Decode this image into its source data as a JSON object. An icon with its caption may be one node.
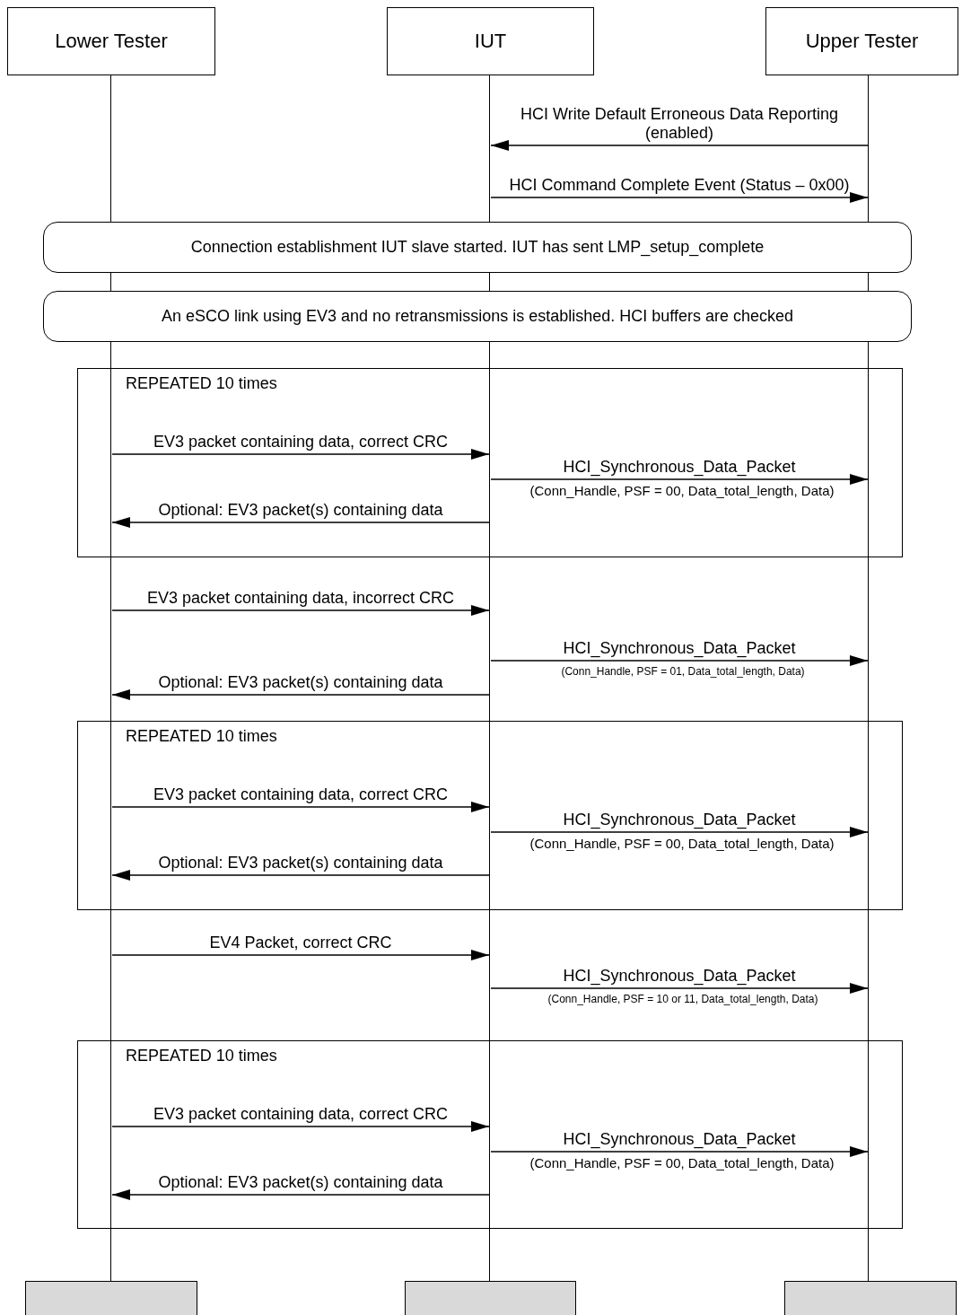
{
  "diagram": {
    "nodes": [
      {
        "text": [
          "Lower Tester"
        ]
      },
      {
        "text": [
          "IUT"
        ]
      },
      {
        "text": [
          "Upper Tester"
        ]
      },
      {
        "text": [],
        "shape": "line"
      },
      {
        "text": [],
        "shape": "line"
      },
      {
        "text": [],
        "shape": "line"
      },
      {
        "text": [],
        "shape": "box"
      },
      {
        "text": [],
        "shape": "box"
      },
      {
        "text": [],
        "shape": "box"
      },
      {
        "text": [
          "Connection establishment IUT slave started. IUT has sent LMP_setup_complete"
        ]
      },
      {
        "text": [
          "An eSCO link using EV3 and no retransmissions is established. HCI buffers are checked"
        ]
      }
    ],
    "edges": [
      {
        "from": 5,
        "to": 4,
        "arrow": "to",
        "label": "HCI Write Default Erroneous Data Reporting (enabled)"
      },
      {
        "from": 4,
        "to": 5,
        "arrow": "to",
        "label": "HCI Command Complete Event (Status – 0x00)"
      },
      {
        "from": 3,
        "to": 4,
        "arrow": "to",
        "label": "EV3 packet containing data, correct CRC"
      },
      {
        "from": 4,
        "to": 5,
        "arrow": "to",
        "label": "HCI_Synchronous_Data_Packet"
      },
      {
        "from": 4,
        "to": 3,
        "arrow": "to",
        "label": "Optional: EV3 packet(s) containing data"
      },
      {
        "from": 3,
        "to": 4,
        "arrow": "to",
        "label": "EV3 packet containing data, incorrect CRC"
      },
      {
        "from": 4,
        "to": 5,
        "arrow": "to",
        "label": "HCI_Synchronous_Data_Packet"
      },
      {
        "from": 4,
        "to": 3,
        "arrow": "to",
        "label": "Optional: EV3 packet(s) containing data"
      },
      {
        "from": 3,
        "to": 4,
        "arrow": "to",
        "label": "EV3 packet containing data, correct CRC"
      },
      {
        "from": 4,
        "to": 5,
        "arrow": "to",
        "label": "HCI_Synchronous_Data_Packet"
      },
      {
        "from": 4,
        "to": 3,
        "arrow": "to",
        "label": "Optional: EV3 packet(s) containing data"
      },
      {
        "from": 3,
        "to": 4,
        "arrow": "to",
        "label": "EV4 Packet, correct CRC"
      },
      {
        "from": 4,
        "to": 5,
        "arrow": "to",
        "label": "HCI_Synchronous_Data_Packet"
      },
      {
        "from": 3,
        "to": 4,
        "arrow": "to",
        "label": "EV3 packet containing data, correct CRC"
      },
      {
        "from": 4,
        "to": 5,
        "arrow": "to",
        "label": "HCI_Synchronous_Data_Packet"
      },
      {
        "from": 4,
        "to": 3,
        "arrow": "to",
        "label": "Optional: EV3 packet(s) containing data"
      }
    ],
    "labels": [
      "REPEATED 10 times",
      "(Conn_Handle, PSF = 00, Data_total_length, Data)",
      "(Conn_Handle, PSF = 01, Data_total_length, Data)",
      "REPEATED 10 times",
      "(Conn_Handle, PSF = 00, Data_total_length, Data)",
      "(Conn_Handle, PSF = 10 or 11, Data_total_length, Data)",
      "REPEATED 10 times",
      "(Conn_Handle, PSF = 00, Data_total_length, Data)"
    ]
  }
}
